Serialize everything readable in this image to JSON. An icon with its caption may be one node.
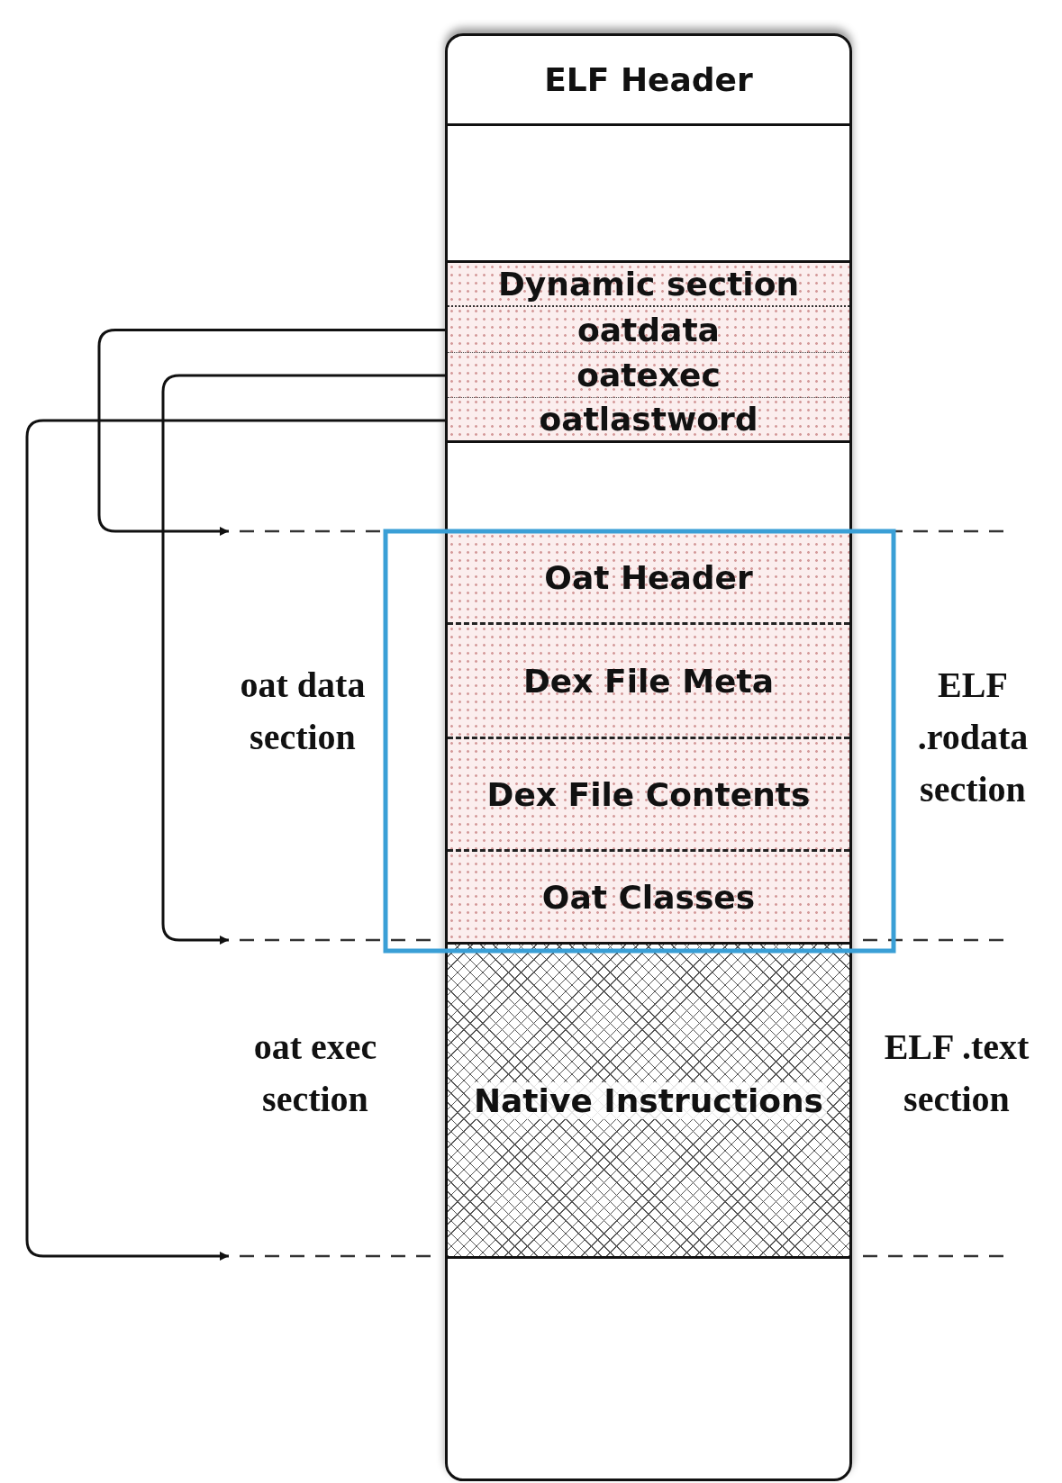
{
  "diagram": {
    "nodes": [
      {
        "text": [],
        "shape": "box"
      },
      {
        "text": [
          "ELF Header"
        ],
        "in": 0
      },
      {
        "text": [
          "Dynamic section"
        ],
        "in": 0
      },
      {
        "text": [
          "oatdata"
        ],
        "in": 0
      },
      {
        "text": [
          "oatexec"
        ],
        "in": 0
      },
      {
        "text": [
          "oatlastword"
        ],
        "in": 0
      },
      {
        "text": [
          "Oat Header"
        ],
        "in": 0
      },
      {
        "text": [
          "Dex File Meta"
        ],
        "in": 0
      },
      {
        "text": [
          "Dex File Contents"
        ],
        "in": 0
      },
      {
        "text": [
          "Oat Classes"
        ],
        "in": 0
      },
      {
        "text": [
          "Native Instructions"
        ],
        "in": 0
      }
    ],
    "edges": [
      {
        "from": 3,
        "to": null,
        "arrow": "to"
      },
      {
        "from": 4,
        "to": null,
        "arrow": "to"
      },
      {
        "from": 5,
        "to": null,
        "arrow": "to"
      }
    ],
    "labels": [
      "oat data section",
      "ELF .rodata section",
      "oat exec section",
      "ELF .text section"
    ]
  }
}
